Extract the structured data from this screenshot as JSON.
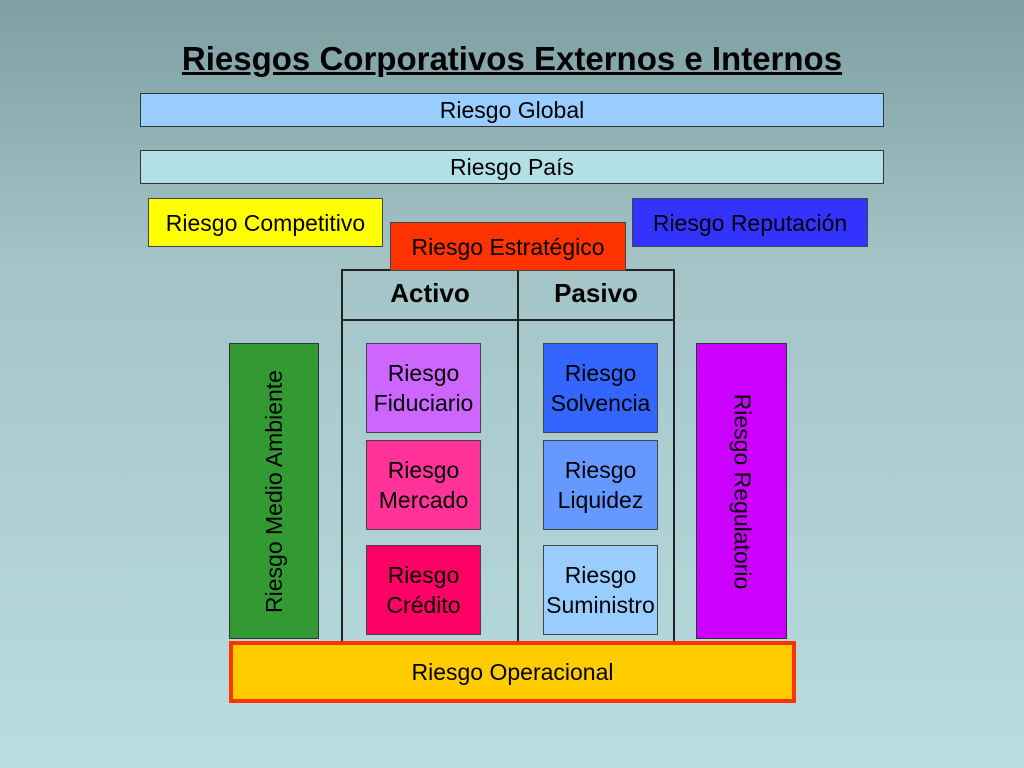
{
  "title": "Riesgos Corporativos Externos e Internos",
  "global": {
    "label": "Riesgo Global",
    "color": "#99ccff"
  },
  "pais": {
    "label": "Riesgo País",
    "color": "#b2e0e6"
  },
  "competitivo": {
    "label": "Riesgo Competitivo",
    "color": "#ffff00"
  },
  "reputacion": {
    "label": "Riesgo Reputación",
    "color": "#3333ff"
  },
  "estrategico": {
    "label": "Riesgo Estratégico",
    "color": "#ff3300"
  },
  "table": {
    "col_activo": "Activo",
    "col_pasivo": "Pasivo"
  },
  "activo": [
    {
      "line1": "Riesgo",
      "line2": "Fiduciario",
      "color": "#cc66ff"
    },
    {
      "line1": "Riesgo",
      "line2": "Mercado",
      "color": "#ff3399"
    },
    {
      "line1": "Riesgo",
      "line2": "Crédito",
      "color": "#ff0066"
    }
  ],
  "pasivo": [
    {
      "line1": "Riesgo",
      "line2": "Solvencia",
      "color": "#3366ff"
    },
    {
      "line1": "Riesgo",
      "line2": "Liquidez",
      "color": "#6699ff"
    },
    {
      "line1": "Riesgo",
      "line2": "Suministro",
      "color": "#99ccff"
    }
  ],
  "medio_ambiente": {
    "label": "Riesgo Medio Ambiente",
    "color": "#339933"
  },
  "regulatorio": {
    "label": "Riesgo Regulatorio",
    "color": "#cc00ff"
  },
  "operacional": {
    "label": "Riesgo Operacional",
    "color": "#ffcc00",
    "border": "#ff3300"
  }
}
